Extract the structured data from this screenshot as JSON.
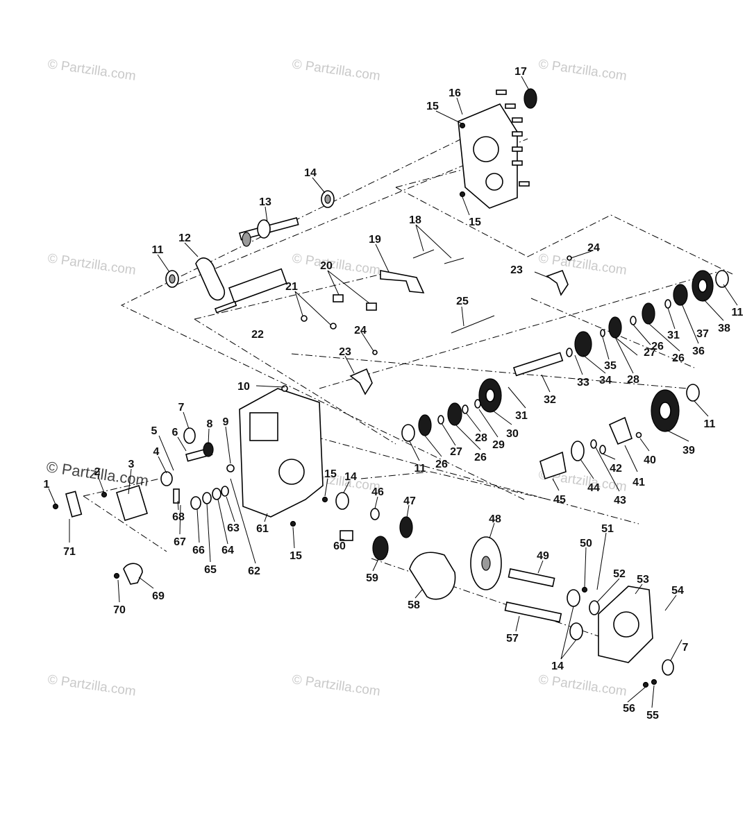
{
  "watermark": {
    "text": "© Partzilla.com",
    "badge_text": "© Partzilla.com"
  },
  "callouts": [
    "1",
    "2",
    "3",
    "4",
    "5",
    "6",
    "7",
    "8",
    "9",
    "10",
    "11",
    "12",
    "13",
    "14",
    "15",
    "16",
    "17",
    "18",
    "19",
    "20",
    "21",
    "22",
    "23",
    "24",
    "25",
    "26",
    "27",
    "28",
    "29",
    "30",
    "31",
    "32",
    "33",
    "34",
    "35",
    "36",
    "37",
    "38",
    "39",
    "40",
    "41",
    "42",
    "43",
    "44",
    "45",
    "46",
    "47",
    "48",
    "49",
    "50",
    "51",
    "52",
    "53",
    "54",
    "55",
    "56",
    "57",
    "58",
    "59",
    "60",
    "61",
    "62",
    "63",
    "64",
    "65",
    "66",
    "67",
    "68",
    "69",
    "70",
    "71"
  ],
  "colors": {
    "ink": "#111111",
    "part_fill": "#9a9a9a",
    "watermark": "#c9c9c9"
  }
}
